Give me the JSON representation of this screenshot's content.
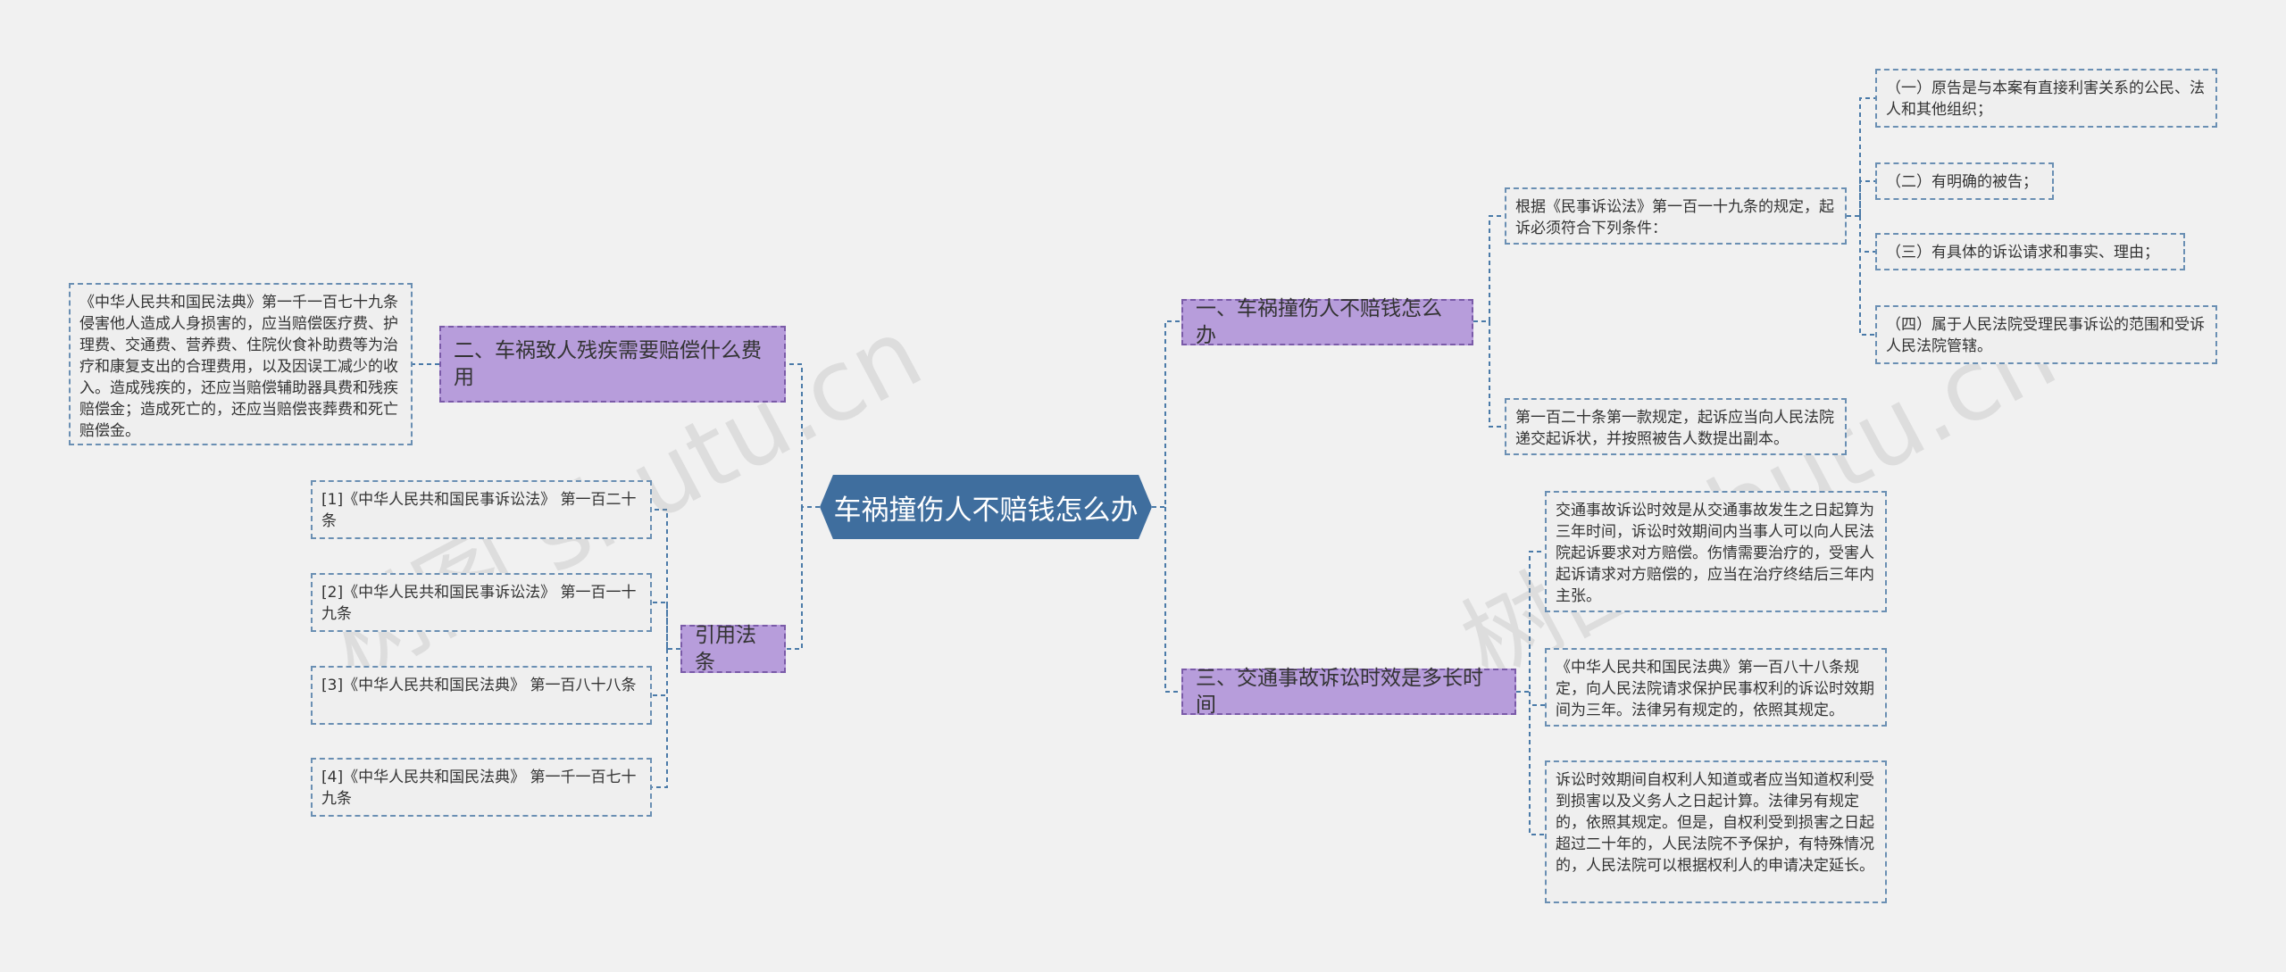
{
  "center": {
    "label": "车祸撞伤人不赔钱怎么办"
  },
  "branches": {
    "b1": "一、车祸撞伤人不赔钱怎么办",
    "b2": "二、车祸致人残疾需要赔偿什么费用",
    "b3": "三、交通事故诉讼时效是多长时间",
    "b4": "引用法条"
  },
  "leaves": {
    "b1_sub": "根据《民事诉讼法》第一百一十九条的规定，起诉必须符合下列条件：",
    "b1_c1": "（一）原告是与本案有直接利害关系的公民、法人和其他组织；",
    "b1_c2": "（二）有明确的被告；",
    "b1_c3": "（三）有具体的诉讼请求和事实、理由；",
    "b1_c4": "（四）属于人民法院受理民事诉讼的范围和受诉人民法院管辖。",
    "b1_sub2": "第一百二十条第一款规定，起诉应当向人民法院递交起诉状，并按照被告人数提出副本。",
    "b2_l1": "《中华人民共和国民法典》第一千一百七十九条侵害他人造成人身损害的，应当赔偿医疗费、护理费、交通费、营养费、住院伙食补助费等为治疗和康复支出的合理费用，以及因误工减少的收入。造成残疾的，还应当赔偿辅助器具费和残疾赔偿金；造成死亡的，还应当赔偿丧葬费和死亡赔偿金。",
    "b3_l1": "交通事故诉讼时效是从交通事故发生之日起算为三年时间，诉讼时效期间内当事人可以向人民法院起诉要求对方赔偿。伤情需要治疗的，受害人起诉请求对方赔偿的，应当在治疗终结后三年内主张。",
    "b3_l2": "《中华人民共和国民法典》第一百八十八条规定，向人民法院请求保护民事权利的诉讼时效期间为三年。法律另有规定的，依照其规定。",
    "b3_l3": "诉讼时效期间自权利人知道或者应当知道权利受到损害以及义务人之日起计算。法律另有规定的，依照其规定。但是，自权利受到损害之日起超过二十年的，人民法院不予保护，有特殊情况的，人民法院可以根据权利人的申请决定延长。",
    "b4_l1": "[1]《中华人民共和国民事诉讼法》 第一百二十条",
    "b4_l2": "[2]《中华人民共和国民事诉讼法》 第一百一十九条",
    "b4_l3": "[3]《中华人民共和国民法典》 第一百八十八条",
    "b4_l4": "[4]《中华人民共和国民法典》 第一千一百七十九条"
  },
  "watermarks": [
    "树图 shutu.cn",
    "树图 shutu.cn"
  ],
  "colors": {
    "center": "#3f6e9e",
    "branch": "#b79ddb",
    "line": "#4a7aa8"
  }
}
